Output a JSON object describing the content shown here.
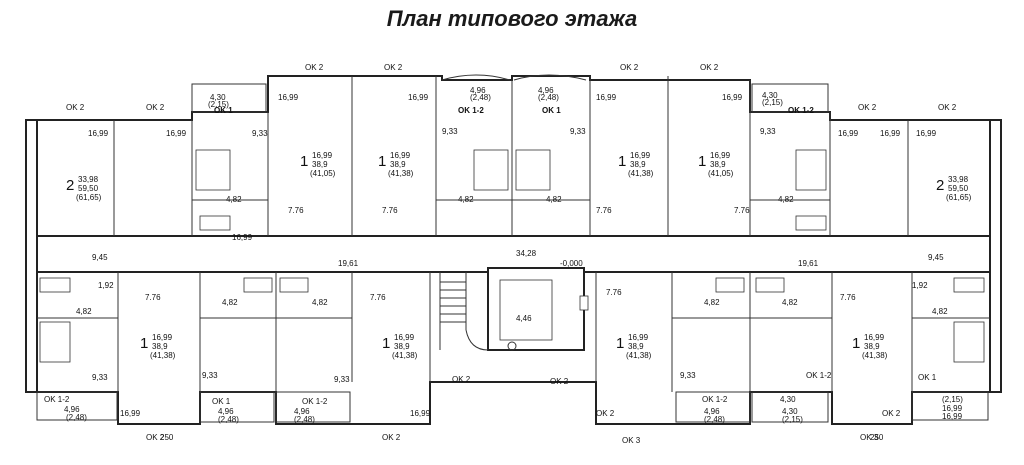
{
  "title": "План типового этажа",
  "corridor": {
    "area": "34,28",
    "stair": "4,46",
    "level": "-0,000"
  },
  "apartments": [
    {
      "rooms": "2",
      "living": "33,98",
      "total": "59,50",
      "total_loggia": "(61,65)"
    },
    {
      "rooms": "1",
      "living": "16,99",
      "total": "38,9",
      "total_loggia": "(41,05)"
    },
    {
      "rooms": "1",
      "living": "16,99",
      "total": "38,9",
      "total_loggia": "(41,38)"
    },
    {
      "rooms": "1",
      "living": "16,99",
      "total": "38,9",
      "total_loggia": "(41,38)"
    },
    {
      "rooms": "1",
      "living": "16,99",
      "total": "38,9",
      "total_loggia": "(41,05)"
    },
    {
      "rooms": "2",
      "living": "33,98",
      "total": "59,50",
      "total_loggia": "(61,65)"
    },
    {
      "rooms": "1",
      "living": "16,99",
      "total": "38,9",
      "total_loggia": "(41,38)"
    },
    {
      "rooms": "1",
      "living": "16,99",
      "total": "38,9",
      "total_loggia": "(41,38)"
    },
    {
      "rooms": "1",
      "living": "16,99",
      "total": "38,9",
      "total_loggia": "(41,38)"
    },
    {
      "rooms": "1",
      "living": "16,99",
      "total": "38,9",
      "total_loggia": "(41,38)"
    }
  ],
  "labels": [
    "OK 2",
    "OK 2",
    "OK 2",
    "OK 2",
    "OK 2",
    "OK 2",
    "OK 2",
    "OK 2",
    "OK 1",
    "OK 1-2",
    "OK 1",
    "OK 1-2",
    "4,30",
    "(2,15)",
    "4,96",
    "(2,48)",
    "4,96",
    "(2,48)",
    "4,30",
    "(2,15)",
    "16,99",
    "16,99",
    "16,99",
    "16,99",
    "16,99",
    "16,99",
    "16,99",
    "16,99",
    "16,99",
    "16,99",
    "9,33",
    "9,33",
    "9,33",
    "9,33",
    "4,82",
    "4,82",
    "4,82",
    "4,82",
    "7.76",
    "7.76",
    "7.76",
    "7.76",
    "9,45",
    "19,61",
    "19,61",
    "9,45",
    "1,92",
    "1,92",
    "4,82",
    "4,82",
    "4,82",
    "4,82",
    "4,82",
    "4,82",
    "7.76",
    "7.76",
    "7.76",
    "7.76",
    "9,33",
    "9,33",
    "9,33",
    "9,33",
    "OK 1-2",
    "OK 1",
    "OK 1-2",
    "OK 1",
    "OK 1-2",
    "OK 1-2",
    "4,30",
    "(2,15)",
    "4,96",
    "(2,48)",
    "4,96",
    "(2,48)",
    "4,96",
    "(2,48)",
    "4,96",
    "(2,48)",
    "4,30",
    "(2,15)",
    "16,99",
    "16,99",
    "16,99",
    "16,99",
    "OK 2",
    "OK 2",
    "OK 2",
    "OK 2",
    "OK 3",
    "OK 3",
    "OK 2",
    "OK 2",
    "250",
    "250"
  ]
}
